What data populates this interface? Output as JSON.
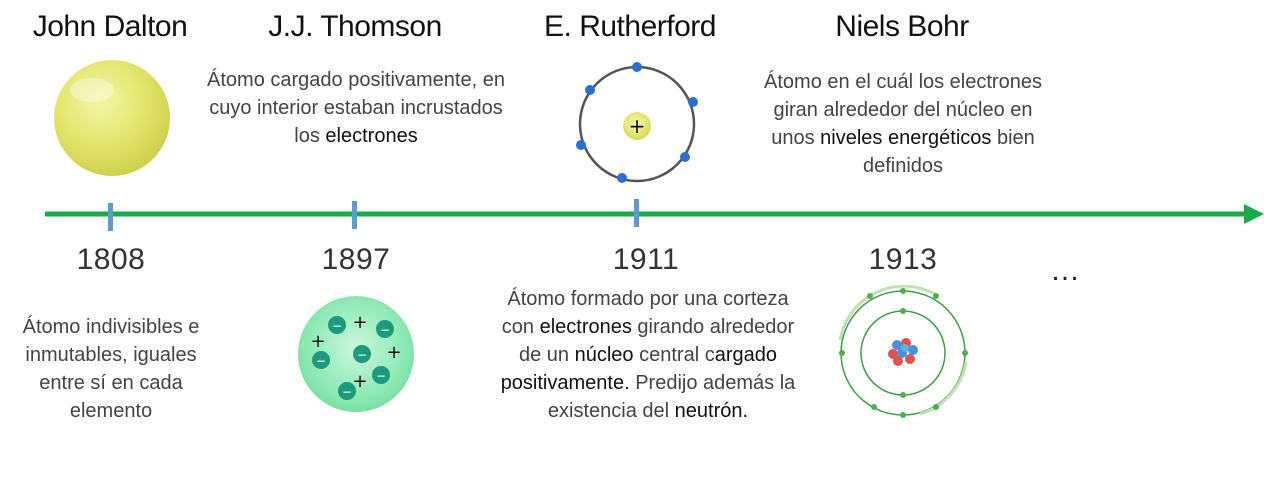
{
  "scientists": [
    {
      "name": "John Dalton",
      "year": "1808"
    },
    {
      "name": "J.J. Thomson",
      "year": "1897"
    },
    {
      "name": "E. Rutherford",
      "year": "1911"
    },
    {
      "name": "Niels Bohr",
      "year": "1913"
    }
  ],
  "dalton_desc": "Átomo indivisibles e inmutables, iguales entre sí en cada elemento",
  "thomson_desc": {
    "text": "Átomo cargado positivamente, en cuyo interior estaban incrustados los ",
    "highlight": "electrones"
  },
  "rutherford_desc": {
    "p1": "Átomo formado por una corteza con ",
    "h1": "electrones",
    "p2": " girando alrededor de un ",
    "h2": "núcleo",
    "p3": " central c",
    "h3": "argado positivamente.",
    "p4": " Predijo además la existencia del ",
    "h4": "neutrón."
  },
  "bohr_desc": {
    "p1": "Átomo en el cuál los electrones giran alrededor del núcleo en unos ",
    "h1": "niveles energéticos",
    "p2": " bien definidos"
  },
  "ellipsis": "…",
  "rutherford_nucleus_symbol": "+",
  "thomson_charges": {
    "positive": "+",
    "negative": "−"
  },
  "colors": {
    "timeline": "#1aaa4a",
    "tick": "#5a9bd5",
    "dalton_sphere": "#e2e56a",
    "thomson_sphere": "#86e8b0",
    "electron": "#2a6fd6",
    "negative_particle": "#1c9a7e",
    "orbit": "#555555",
    "bohr_orbit": "#4caf50"
  }
}
